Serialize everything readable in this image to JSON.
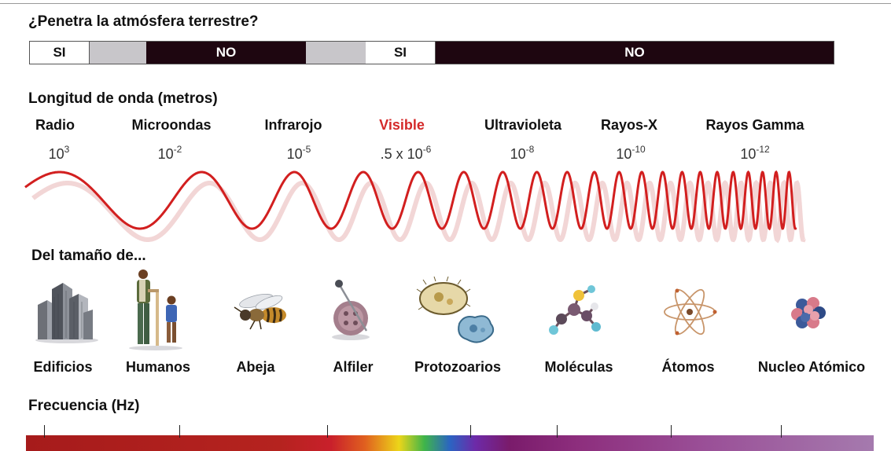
{
  "atmosphere": {
    "title": "¿Penetra la atmósfera terrestre?",
    "segments": [
      {
        "label": "SI",
        "state": "yes",
        "color": "#ffffff"
      },
      {
        "label": "",
        "state": "partial",
        "color": "#c8c6ca"
      },
      {
        "label": "NO",
        "state": "no",
        "color": "#1e0610"
      },
      {
        "label": "",
        "state": "partial",
        "color": "#c8c6ca"
      },
      {
        "label": "SI",
        "state": "yes",
        "color": "#ffffff"
      },
      {
        "label": "NO",
        "state": "no",
        "color": "#1e0610"
      }
    ]
  },
  "wavelength": {
    "title": "Longitud de onda (metros)",
    "bands": [
      {
        "name": "Radio",
        "base": "10",
        "exp": "3",
        "color": "#111111"
      },
      {
        "name": "Microondas",
        "base": "10",
        "exp": "-2",
        "color": "#111111"
      },
      {
        "name": "Infrarojo",
        "base": "10",
        "exp": "-5",
        "color": "#111111"
      },
      {
        "name": "Visible",
        "base": ".5 x 10",
        "exp": "-6",
        "color": "#d42a2a"
      },
      {
        "name": "Ultravioleta",
        "base": "10",
        "exp": "-8",
        "color": "#111111"
      },
      {
        "name": "Rayos-X",
        "base": "10",
        "exp": "-10",
        "color": "#111111"
      },
      {
        "name": "Rayos Gamma",
        "base": "10",
        "exp": "-12",
        "color": "#111111"
      }
    ],
    "wave_color": "#d21f1f"
  },
  "sizes": {
    "title": "Del tamaño de...",
    "objects": [
      {
        "label": "Edificios",
        "icon": "buildings-icon"
      },
      {
        "label": "Humanos",
        "icon": "humans-icon"
      },
      {
        "label": "Abeja",
        "icon": "bee-icon"
      },
      {
        "label": "Alfiler",
        "icon": "pin-button-icon"
      },
      {
        "label": "Protozoarios",
        "icon": "protozoa-icon"
      },
      {
        "label": "Moléculas",
        "icon": "molecule-icon"
      },
      {
        "label": "Átomos",
        "icon": "atom-icon"
      },
      {
        "label": "Nucleo Atómico",
        "icon": "nucleus-icon"
      }
    ]
  },
  "frequency": {
    "title": "Frecuencia (Hz)"
  }
}
